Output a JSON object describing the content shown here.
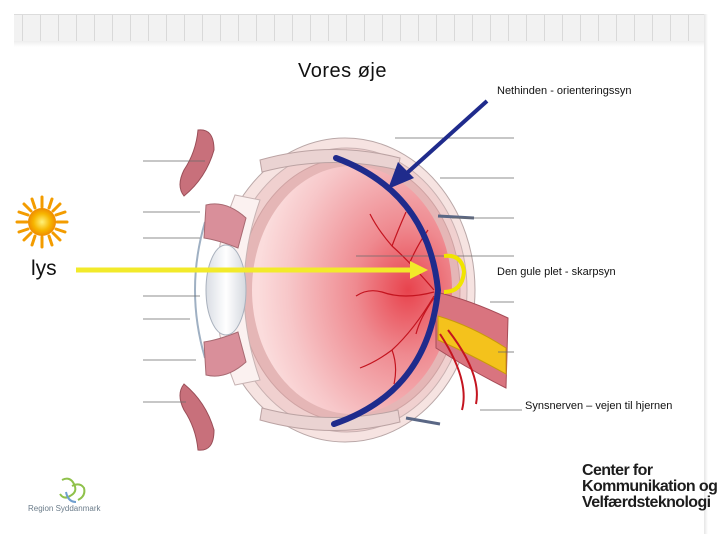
{
  "slide": {
    "title": "Vores øje",
    "light_label": "lys",
    "labels": {
      "retina": "Nethinden - orienteringssyn",
      "macula": "Den gule plet - skarpsyn",
      "optic_nerve": "Synsnerven – vejen til hjernen"
    },
    "logos": {
      "region": "Region Syddanmark",
      "center_lines": [
        "Center for",
        "Kommunikation og",
        "Velfærdsteknologi"
      ]
    }
  },
  "colors": {
    "arrow_blue": "#1f2b8c",
    "ray_yellow": "#f2ea2a",
    "macula_ring": "#f1e400",
    "eye_interior": "#f2a4a8",
    "nerve_yellow": "#f4c21c"
  }
}
